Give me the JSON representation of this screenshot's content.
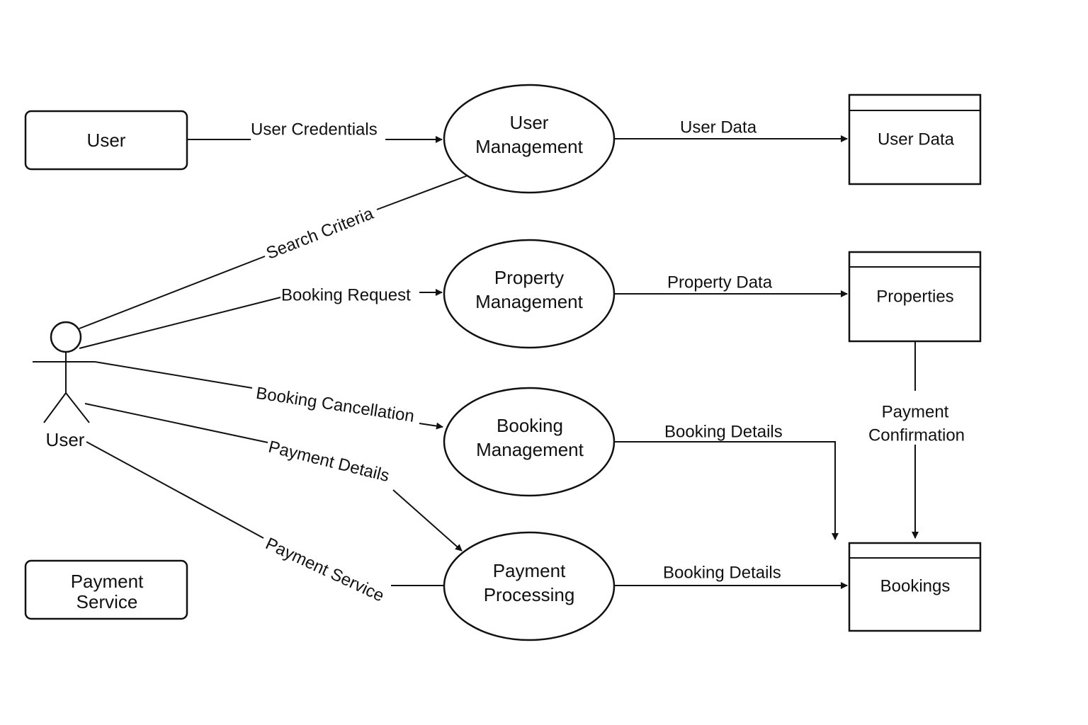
{
  "external_entities": {
    "user_box": "User",
    "payment_service_box": [
      "Payment",
      "Service"
    ],
    "actor": "User"
  },
  "processes": {
    "user_management": [
      "User",
      "Management"
    ],
    "property_management": [
      "Property",
      "Management"
    ],
    "booking_management": [
      "Booking",
      "Management"
    ],
    "payment_processing": [
      "Payment",
      "Processing"
    ]
  },
  "data_stores": {
    "user_data": "User Data",
    "properties": "Properties",
    "bookings": "Bookings"
  },
  "flows": {
    "user_credentials": "User Credentials",
    "user_data": "User Data",
    "search_criteria": "Search Criteria",
    "booking_request": "Booking Request",
    "property_data": "Property Data",
    "booking_cancellation": "Booking Cancellation",
    "payment_details": "Payment Details",
    "booking_details_1": "Booking Details",
    "payment_confirmation": [
      "Payment",
      "Confirmation"
    ],
    "payment_service": "Payment Service",
    "booking_details_2": "Booking Details"
  }
}
